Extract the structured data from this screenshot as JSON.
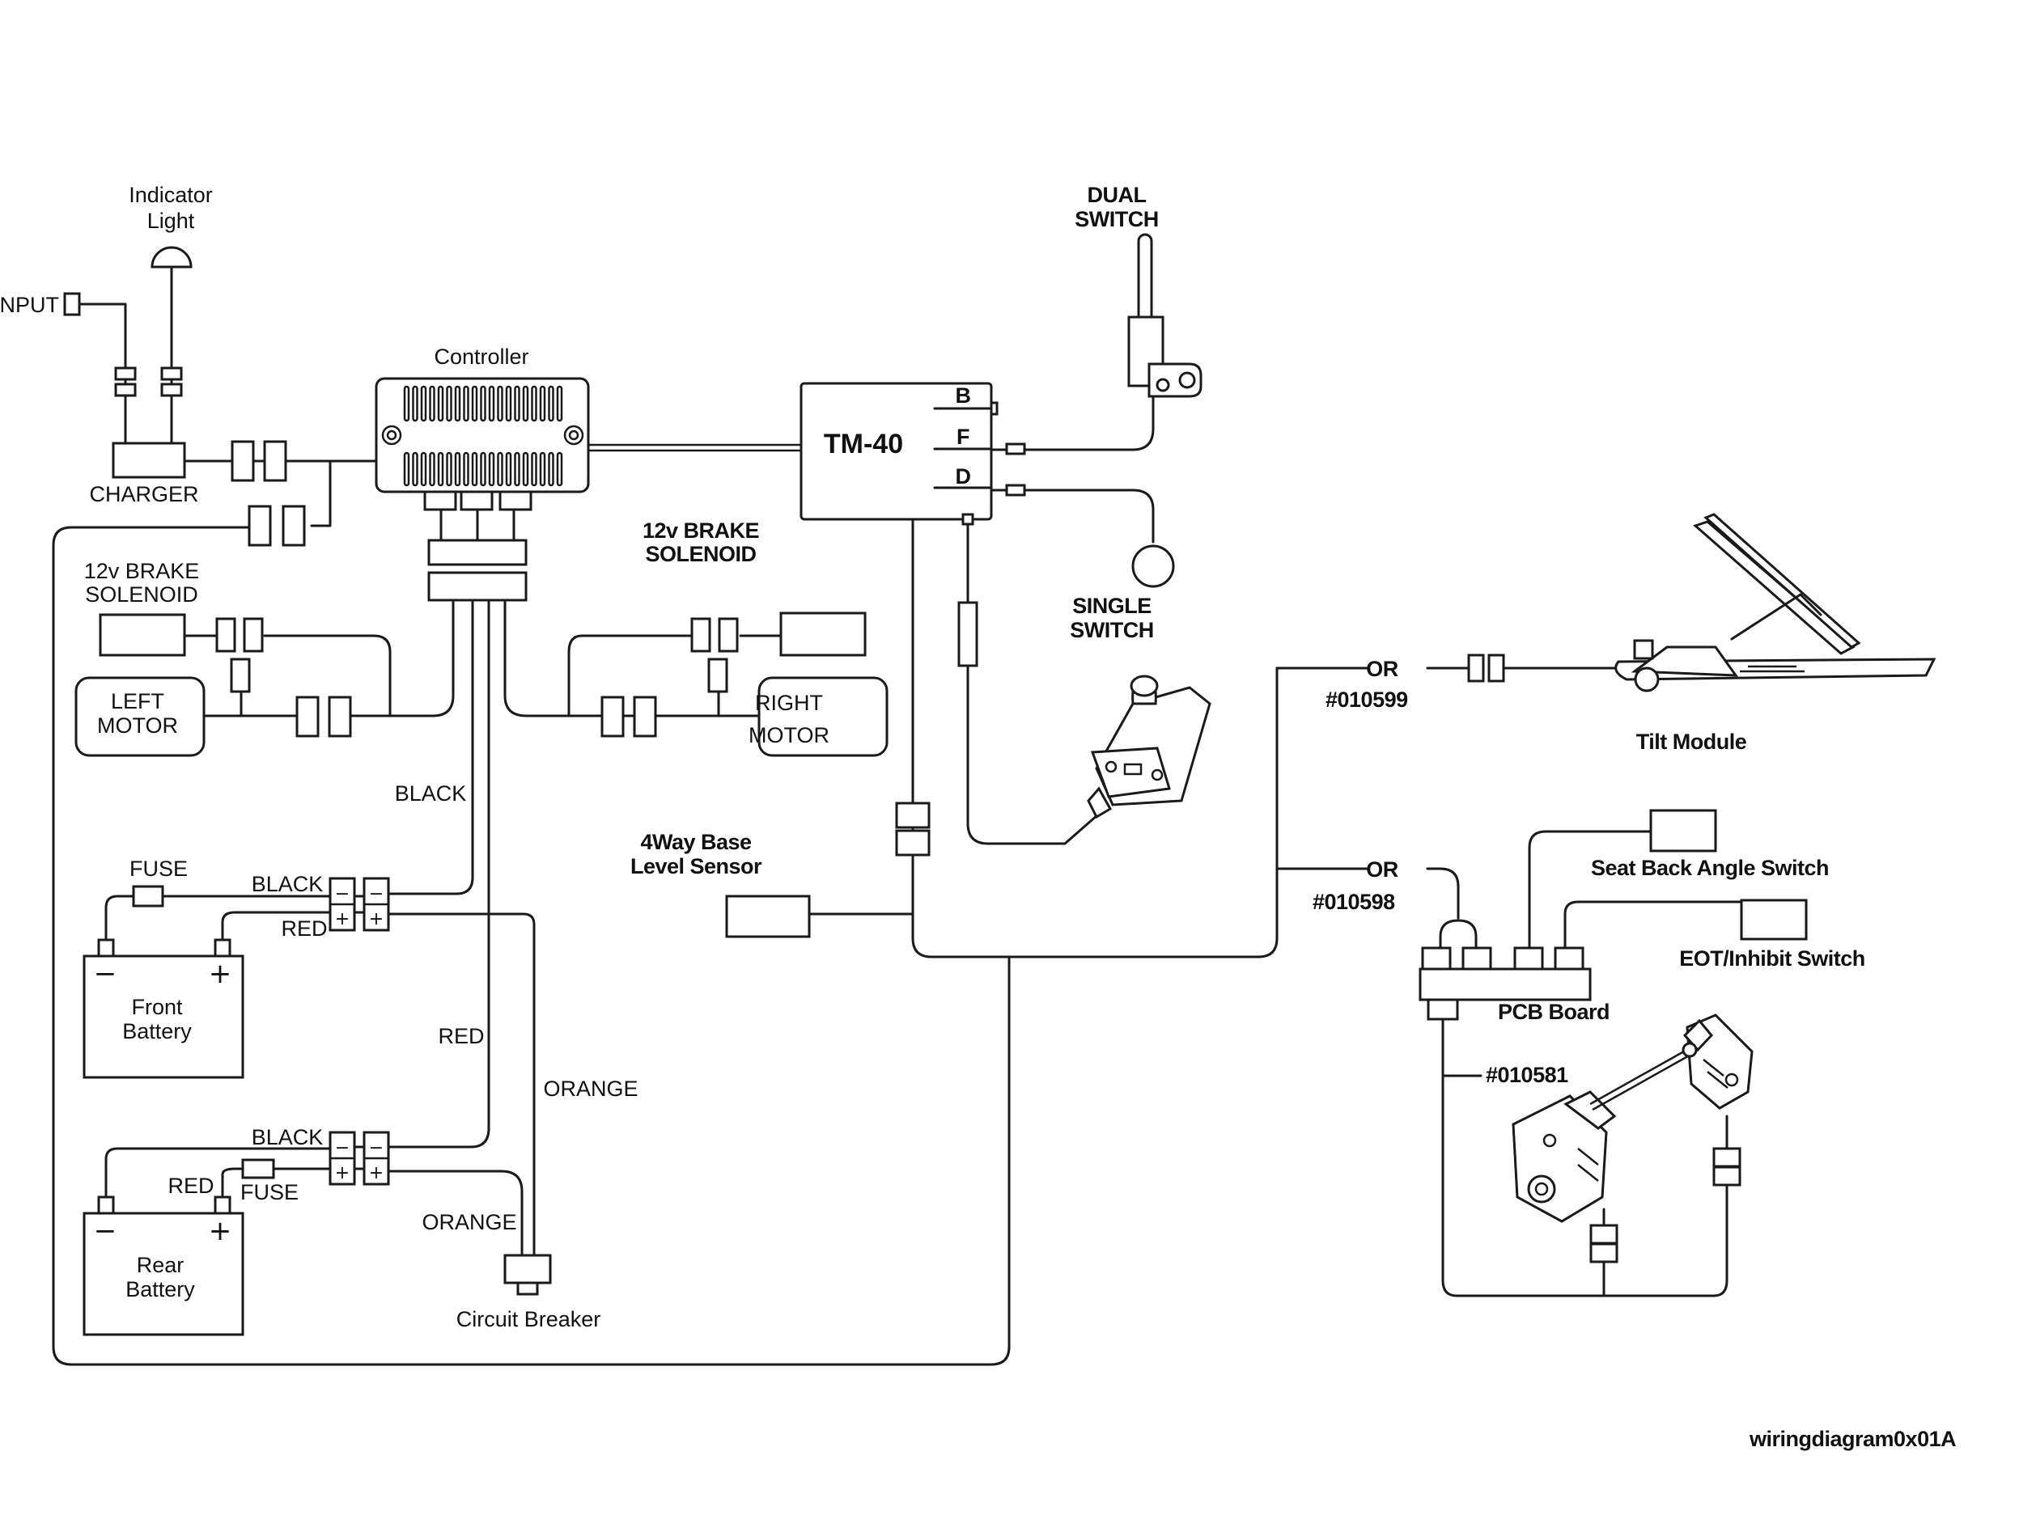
{
  "labels": {
    "indicator_light_1": "Indicator",
    "indicator_light_2": "Light",
    "input": "INPUT",
    "charger": "CHARGER",
    "controller": "Controller",
    "brake_left_1": "12v BRAKE",
    "brake_left_2": "SOLENOID",
    "brake_right_1": "12v BRAKE",
    "brake_right_2": "SOLENOID",
    "left_motor_1": "LEFT",
    "left_motor_2": "MOTOR",
    "right_motor_1": "RIGHT",
    "right_motor_2": "MOTOR",
    "tm40": "TM-40",
    "port_b": "B",
    "port_f": "F",
    "port_d": "D",
    "dual_switch_1": "DUAL",
    "dual_switch_2": "SWITCH",
    "single_switch_1": "SINGLE",
    "single_switch_2": "SWITCH",
    "black_1": "BLACK",
    "black_2": "BLACK",
    "black_3": "BLACK",
    "fuse_1": "FUSE",
    "fuse_2": "FUSE",
    "red_1": "RED",
    "red_2": "RED",
    "red_3": "RED",
    "orange_1": "ORANGE",
    "orange_2": "ORANGE",
    "front_battery_1": "Front",
    "front_battery_2": "Battery",
    "rear_battery_1": "Rear",
    "rear_battery_2": "Battery",
    "circuit_breaker": "Circuit Breaker",
    "level_sensor_1": "4Way Base",
    "level_sensor_2": "Level Sensor",
    "or_1": "OR",
    "or_2": "OR",
    "part_010599": "#010599",
    "part_010598": "#010598",
    "part_010581": "#010581",
    "tilt_module": "Tilt Module",
    "seat_back_switch": "Seat Back Angle Switch",
    "eot_switch": "EOT/Inhibit Switch",
    "pcb_board": "PCB Board",
    "diagram_id": "wiringdiagram0x01A",
    "minus": "−",
    "plus": "+"
  }
}
